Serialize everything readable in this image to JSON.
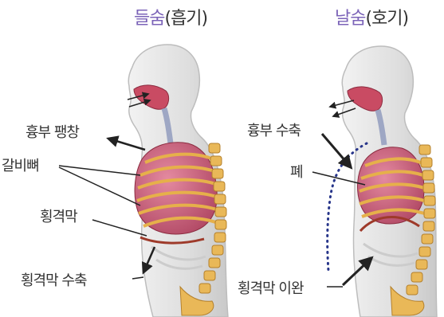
{
  "left_panel": {
    "title_accent": "들숨",
    "title_rest": "(흡기)",
    "labels": {
      "chest_expand": "흉부 팽창",
      "ribs": "갈비뼈",
      "diaphragm": "횡격막",
      "diaphragm_contract": "횡격막 수축"
    }
  },
  "right_panel": {
    "title_accent": "날숨",
    "title_rest": "(호기)",
    "labels": {
      "chest_contract": "흉부 수축",
      "lung": "폐",
      "diaphragm_relax": "횡격막 이완"
    }
  },
  "colors": {
    "accent": "#7b63b8",
    "body_fill": "#dcdcdc",
    "lung": "#c4607a",
    "rib": "#e6b04a",
    "arrow": "#222222",
    "dotted": "#27358a"
  }
}
